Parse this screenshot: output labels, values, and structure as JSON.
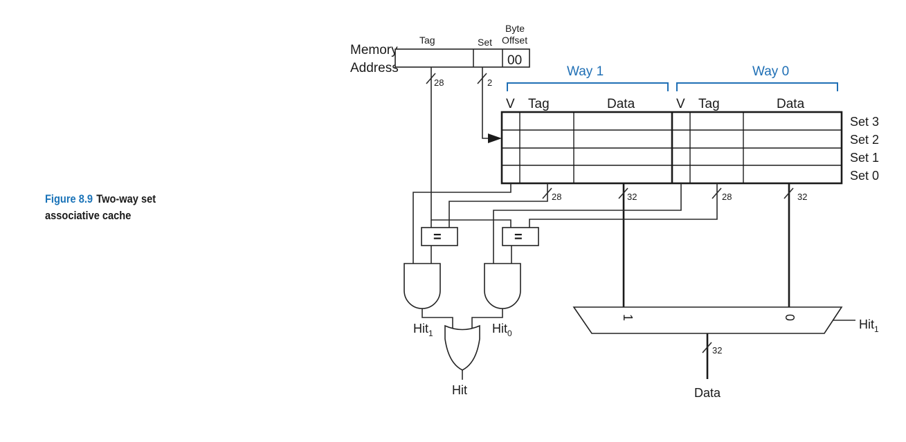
{
  "caption": {
    "figure_label": "Figure 8.9",
    "title_line1": "Two-way set",
    "title_line2": "associative cache"
  },
  "address": {
    "label_line1": "Memory",
    "label_line2": "Address",
    "field_tag": "Tag",
    "field_set": "Set",
    "field_byte_line1": "Byte",
    "field_byte_line2": "Offset",
    "byte_offset_value": "00",
    "tag_bus_width": "28",
    "set_bus_width": "2"
  },
  "ways": [
    {
      "name": "Way 1",
      "col_v": "V",
      "col_tag": "Tag",
      "col_data": "Data",
      "tag_bus_width": "28",
      "data_bus_width": "32"
    },
    {
      "name": "Way 0",
      "col_v": "V",
      "col_tag": "Tag",
      "col_data": "Data",
      "tag_bus_width": "28",
      "data_bus_width": "32"
    }
  ],
  "sets": [
    "Set 3",
    "Set 2",
    "Set 1",
    "Set 0"
  ],
  "comparators": [
    "=",
    "="
  ],
  "signals": {
    "hit1": "Hit",
    "hit1_sub": "1",
    "hit0": "Hit",
    "hit0_sub": "0",
    "hit": "Hit",
    "mux_select": "Hit",
    "mux_select_sub": "1",
    "mux_in1": "1",
    "mux_in0": "0",
    "output_bus_width": "32",
    "output": "Data"
  }
}
